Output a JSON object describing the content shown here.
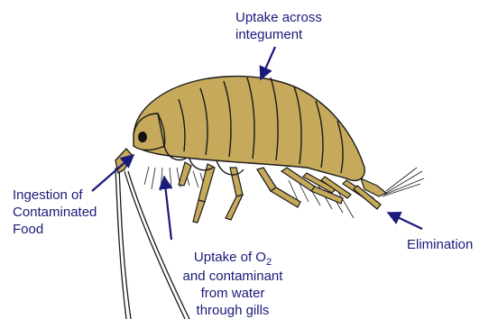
{
  "labels": {
    "integument": {
      "line1": "Uptake across",
      "line2": "integument"
    },
    "ingestion": {
      "line1": "Ingestion of",
      "line2": "Contaminated",
      "line3": "Food"
    },
    "elimination": "Elimination",
    "gills": {
      "line1_prefix": "Uptake of O",
      "line1_sub": "2",
      "line2": "and contaminant",
      "line3": "from water",
      "line4": "through gills"
    }
  },
  "colors": {
    "body": "#c6a95a",
    "outline": "#1a1a1a",
    "arrow": "#1a1a7a",
    "text": "#1a1a7a"
  }
}
